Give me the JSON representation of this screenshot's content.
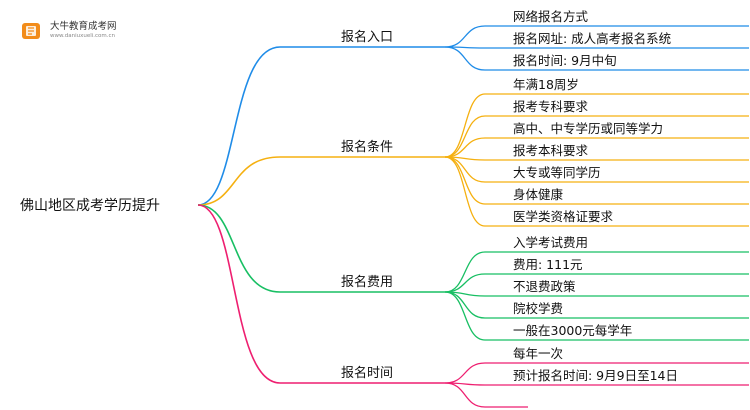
{
  "logo": {
    "name": "大牛教育成考网",
    "url": "www.daniuxueli.com.cn"
  },
  "root": {
    "label": "佛山地区成考学历提升"
  },
  "branches": [
    {
      "id": "entry",
      "label": "报名入口",
      "color": "#1f8ce8",
      "children": [
        "网络报名方式",
        "报名网址: 成人高考报名系统",
        "报名时间: 9月中旬"
      ]
    },
    {
      "id": "conditions",
      "label": "报名条件",
      "color": "#f5b010",
      "children": [
        "年满18周岁",
        "报考专科要求",
        "高中、中专学历或同等学力",
        "报考本科要求",
        "大专或等同学历",
        "身体健康",
        "医学类资格证要求"
      ]
    },
    {
      "id": "fees",
      "label": "报名费用",
      "color": "#18bf63",
      "children": [
        "入学考试费用",
        "费用: 111元",
        "不退费政策",
        "院校学费",
        "一般在3000元每学年"
      ]
    },
    {
      "id": "time",
      "label": "报名时间",
      "color": "#ee1f70",
      "children": [
        "每年一次",
        "预计报名时间: 9月9日至14日",
        ""
      ]
    }
  ]
}
